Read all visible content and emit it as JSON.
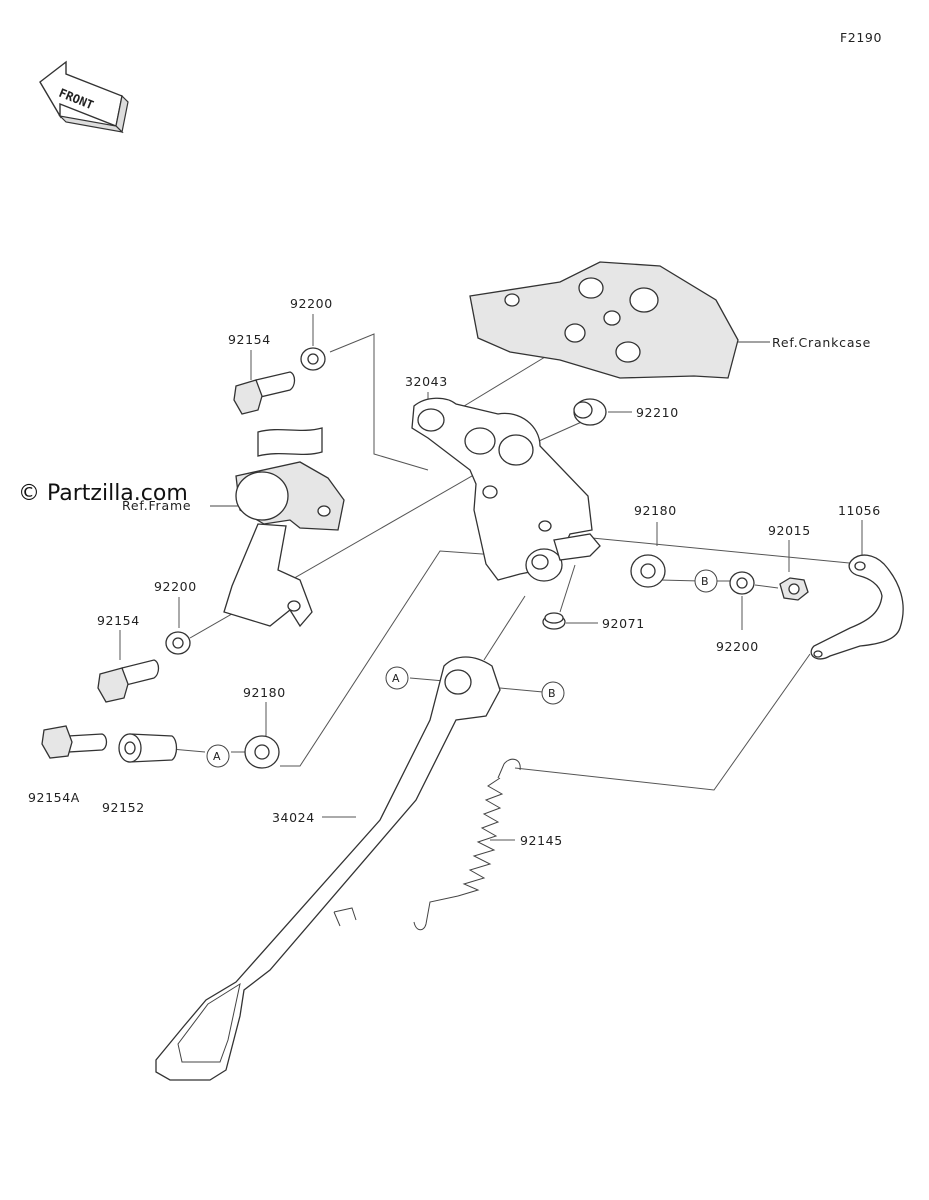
{
  "diagram_code": "F2190",
  "watermark": "© Partzilla.com",
  "front_arrow_label": "FRONT",
  "references": {
    "crankcase": "Ref.Crankcase",
    "frame": "Ref.Frame"
  },
  "connectors": {
    "a": "A",
    "b": "B"
  },
  "parts": {
    "p92200_top": "92200",
    "p92154_top": "92154",
    "p32043": "32043",
    "p92210": "92210",
    "p92180_right": "92180",
    "p11056": "11056",
    "p92015": "92015",
    "p92200_mid": "92200",
    "p92071": "92071",
    "p92200_bot": "92200",
    "p92154_bot": "92154",
    "p92180_left": "92180",
    "p92154A": "92154A",
    "p92152": "92152",
    "p34024": "34024",
    "p92145": "92145"
  }
}
